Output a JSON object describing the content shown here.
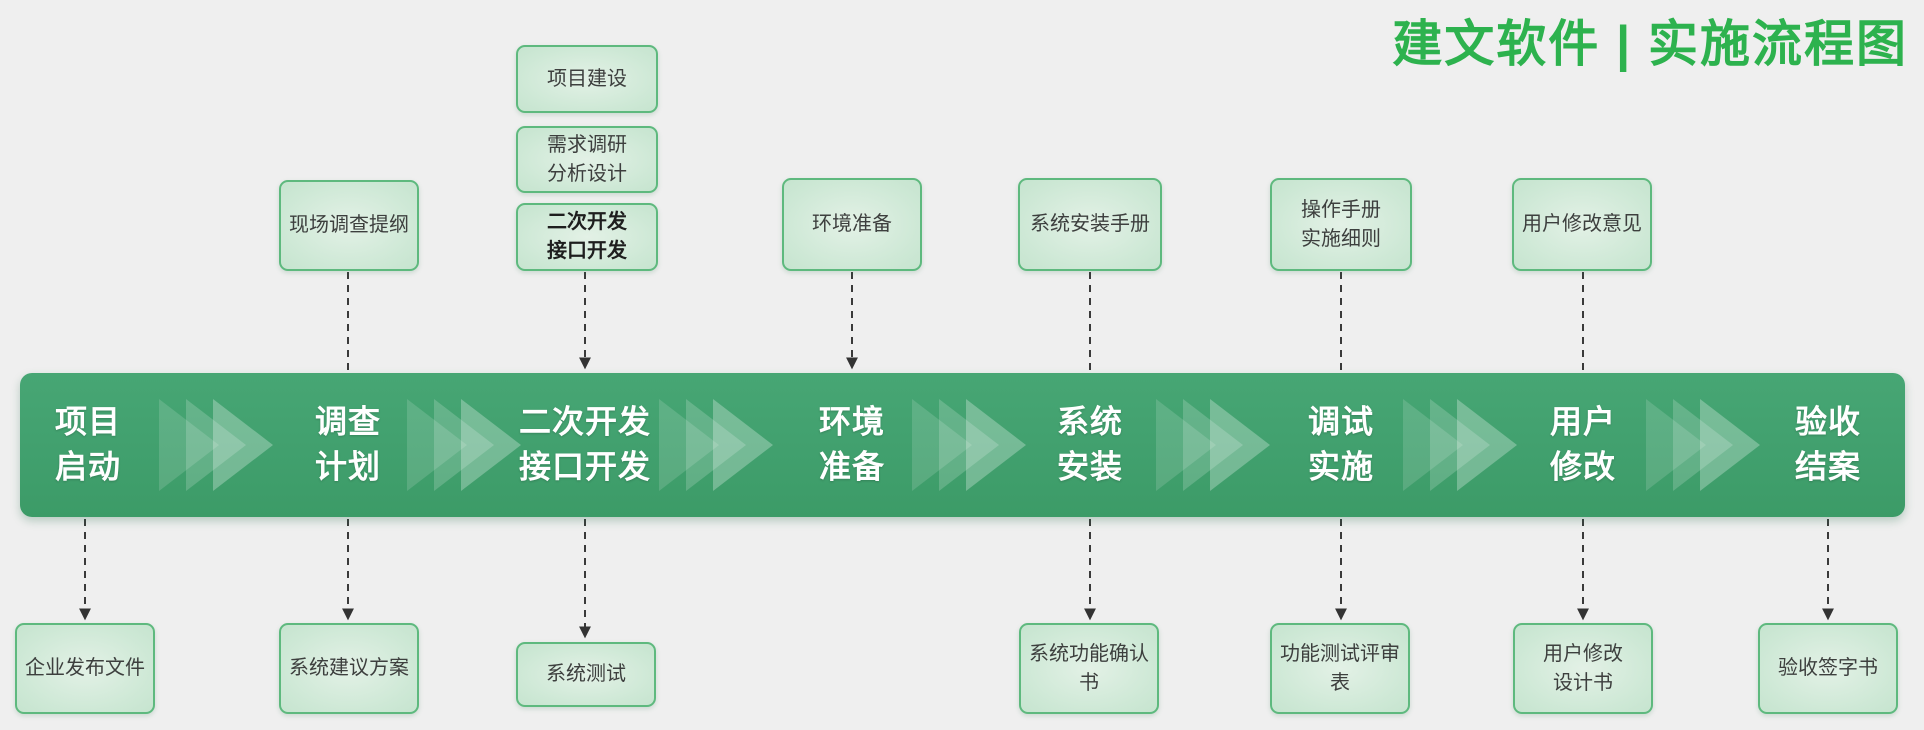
{
  "header": {
    "title": "建文软件 | 实施流程图"
  },
  "colors": {
    "background": "#efefef",
    "title_accent": "#2db24e",
    "band_green": "#41a06e",
    "box_fill": "#cde8d5",
    "box_border": "#5eb97e",
    "box_text": "#3d3f3e",
    "stage_text": "#ffffff",
    "connector": "#3a3a3a"
  },
  "process": {
    "stages": [
      {
        "label": "项目\n启动"
      },
      {
        "label": "调查\n计划"
      },
      {
        "label": "二次开发\n接口开发"
      },
      {
        "label": "环境\n准备"
      },
      {
        "label": "系统\n安装"
      },
      {
        "label": "调试\n实施"
      },
      {
        "label": "用户\n修改"
      },
      {
        "label": "验收\n结案"
      }
    ]
  },
  "top_documents": [
    {
      "label": "项目建设"
    },
    {
      "label": "需求调研\n分析设计"
    },
    {
      "label": "二次开发\n接口开发"
    },
    {
      "label": "现场调查提纲"
    },
    {
      "label": "环境准备"
    },
    {
      "label": "系统安装手册"
    },
    {
      "label": "操作手册\n实施细则"
    },
    {
      "label": "用户修改意见"
    }
  ],
  "bottom_documents": [
    {
      "label": "企业发布文件"
    },
    {
      "label": "系统建议方案"
    },
    {
      "label": "系统测试"
    },
    {
      "label": "系统功能确认\n书"
    },
    {
      "label": "功能测试评审\n表"
    },
    {
      "label": "用户修改\n设计书"
    },
    {
      "label": "验收签字书"
    }
  ]
}
